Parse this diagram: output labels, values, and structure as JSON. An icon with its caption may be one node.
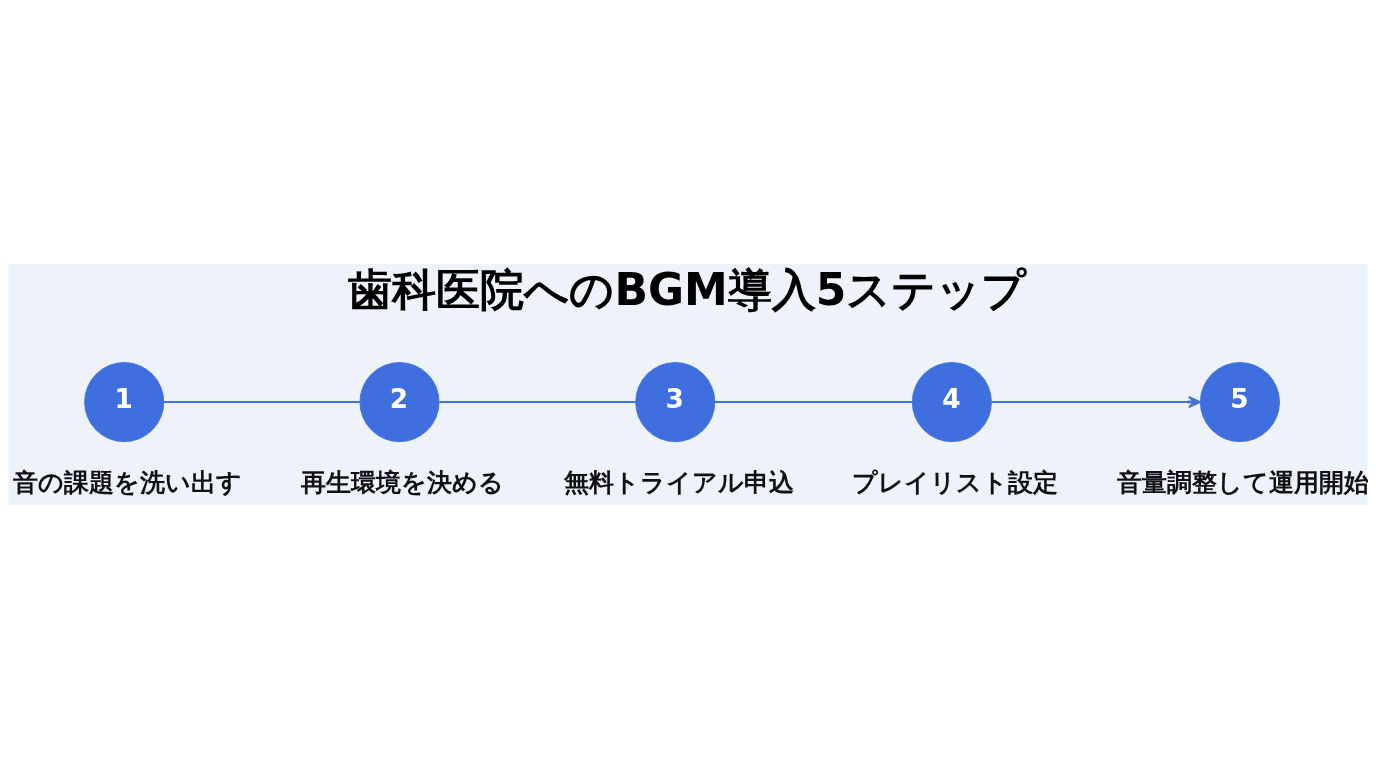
{
  "diagram": {
    "title": "歯科医院へのBGM導入5ステップ",
    "nodes": [
      {
        "text": [
          "1"
        ],
        "beside": [
          "音の課題を洗い出す"
        ]
      },
      {
        "text": [
          "2"
        ],
        "beside": [
          "再生環境を決める"
        ]
      },
      {
        "text": [
          "3"
        ],
        "beside": [
          "無料トライアル申込"
        ]
      },
      {
        "text": [
          "4"
        ],
        "beside": [
          "プレイリスト設定"
        ]
      },
      {
        "text": [
          "5"
        ],
        "beside": [
          "音量調整して運用開始"
        ]
      }
    ],
    "edges": [
      {
        "from": 0,
        "to": 1,
        "arrow": "none"
      },
      {
        "from": 1,
        "to": 2,
        "arrow": "none"
      },
      {
        "from": 2,
        "to": 3,
        "arrow": "none"
      },
      {
        "from": 3,
        "to": 4,
        "arrow": "to"
      }
    ]
  }
}
